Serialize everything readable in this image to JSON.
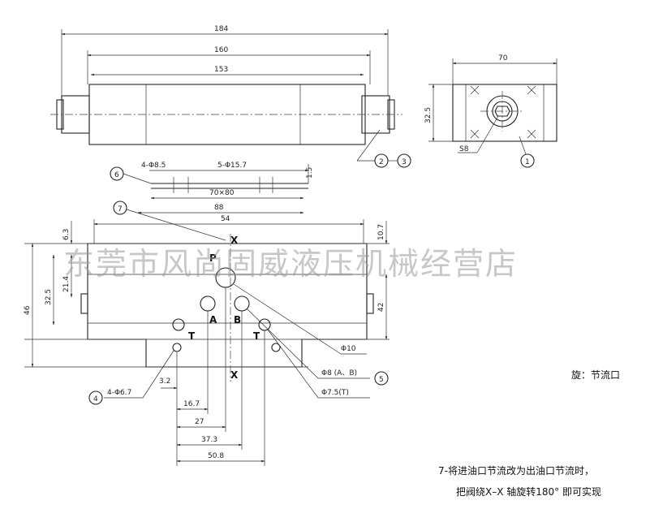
{
  "top_view": {
    "dims": [
      "184",
      "160",
      "153"
    ],
    "callouts": [
      "2",
      "3"
    ]
  },
  "end_view": {
    "width": "70",
    "height": "32.5",
    "hex": "S8",
    "callout": "1"
  },
  "front_view": {
    "plug_label": "4-Φ8.5",
    "hole_label": "5-Φ15.7",
    "dim_70x80": "70×80",
    "dim_88": "88",
    "dim_54": "54",
    "dim_1_5": "1.5",
    "dim_6_3": "6.3",
    "dim_21_4": "21.4",
    "dim_32_5": "32.5",
    "dim_46": "46",
    "dim_10_7": "10.7",
    "dim_42": "42",
    "dim_3_2": "3.2",
    "dim_16_7": "16.7",
    "dim_27": "27",
    "dim_37_3": "37.3",
    "dim_50_8": "50.8",
    "port_P": "P",
    "port_A": "A",
    "port_B": "B",
    "port_T1": "T",
    "port_T2": "T",
    "axis_x_top": "X",
    "axis_x_bottom": "X",
    "phi10": "Φ10",
    "phi8": "Φ8 (A、B)",
    "phi7_5": "Φ7.5(T)",
    "mount_holes": "4-Φ6.7",
    "callouts": [
      "6",
      "7",
      "5",
      "4"
    ]
  },
  "notes": {
    "side": "旋：节流口",
    "line1": "7-将进油口节流改为出油口节流时，",
    "line2": "把阀绕X–X 轴旋转180° 即可实现"
  },
  "watermark": "东莞市风尚固威液压机械经营店"
}
